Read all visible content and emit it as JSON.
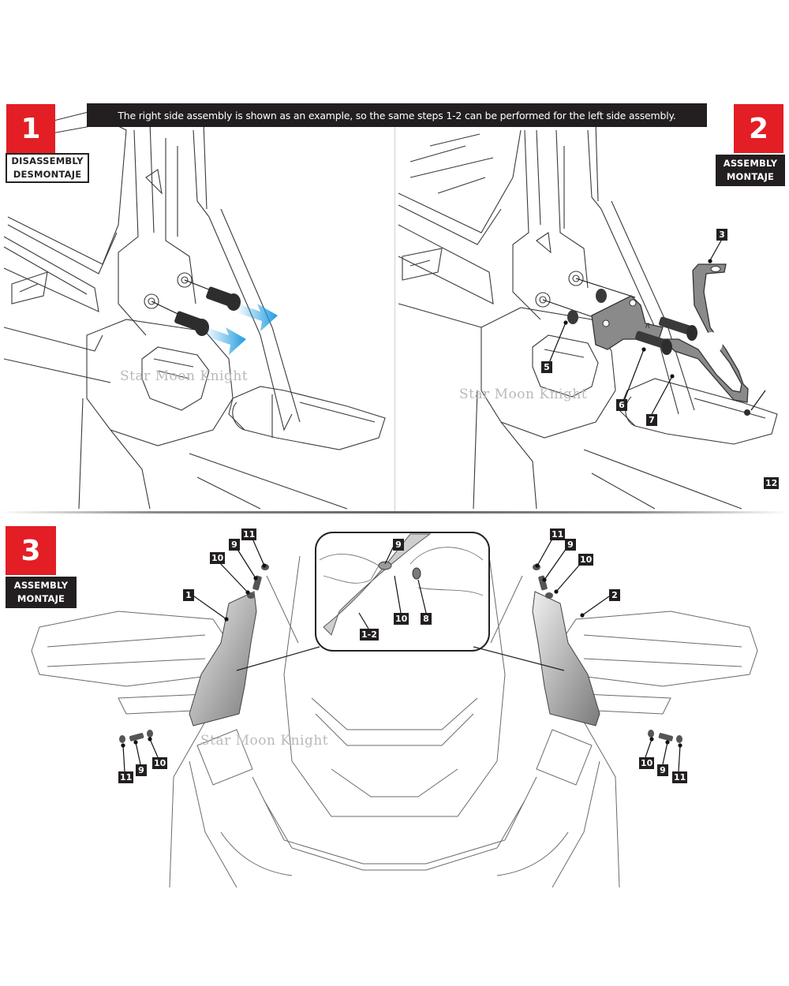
{
  "banner": {
    "text": "The right side assembly is shown as an example, so the same steps 1-2 can be performed for the left side assembly."
  },
  "steps": [
    {
      "number": "1",
      "caption_line1": "DISASSEMBLY",
      "caption_line2": "DESMONTAJE"
    },
    {
      "number": "2",
      "caption_line1": "ASSEMBLY",
      "caption_line2": "MONTAJE"
    },
    {
      "number": "3",
      "caption_line1": "ASSEMBLY",
      "caption_line2": "MONTAJE"
    }
  ],
  "callouts": {
    "step2": [
      "3",
      "5",
      "6",
      "7",
      "12"
    ],
    "step3_left_top": [
      "11",
      "9",
      "10",
      "1"
    ],
    "step3_right_top": [
      "11",
      "9",
      "10",
      "2"
    ],
    "step3_detail": [
      "9",
      "10",
      "8",
      "1-2"
    ],
    "step3_left_bottom": [
      "11",
      "9",
      "10"
    ],
    "step3_right_bottom": [
      "10",
      "9",
      "11"
    ]
  },
  "bracket_mark": "R",
  "watermark": "Star Moon Knight",
  "colors": {
    "accent_red": "#e31e24",
    "dark": "#231f20",
    "arrow_blue": "#1e9be0",
    "part_gray": "#8a8a8a",
    "line": "#3a3a3a"
  }
}
